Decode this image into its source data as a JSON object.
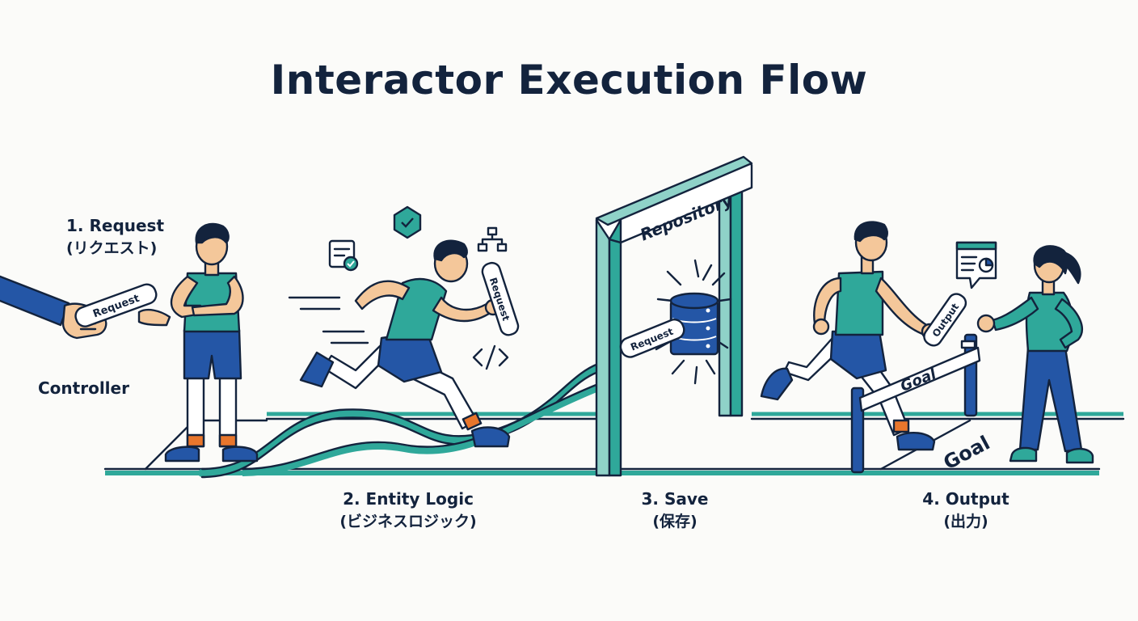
{
  "title": "Interactor Execution Flow",
  "steps": [
    {
      "label": "1. Request",
      "sub": "(リクエスト)"
    },
    {
      "label": "2. Entity Logic",
      "sub": "(ビジネスロジック)"
    },
    {
      "label": "3. Save",
      "sub": "(保存)"
    },
    {
      "label": "4. Output",
      "sub": "(出力)"
    }
  ],
  "actors": {
    "controller": "Controller"
  },
  "objects": {
    "repository": "Repository",
    "baton_request": "Request",
    "baton_output": "Output",
    "goal_tape": "Goal",
    "goal_ground": "Goal"
  },
  "colors": {
    "navy": "#13233d",
    "teal": "#2fa89a",
    "blue": "#2456a6",
    "skin": "#f4c79a",
    "orange": "#e8762c"
  }
}
